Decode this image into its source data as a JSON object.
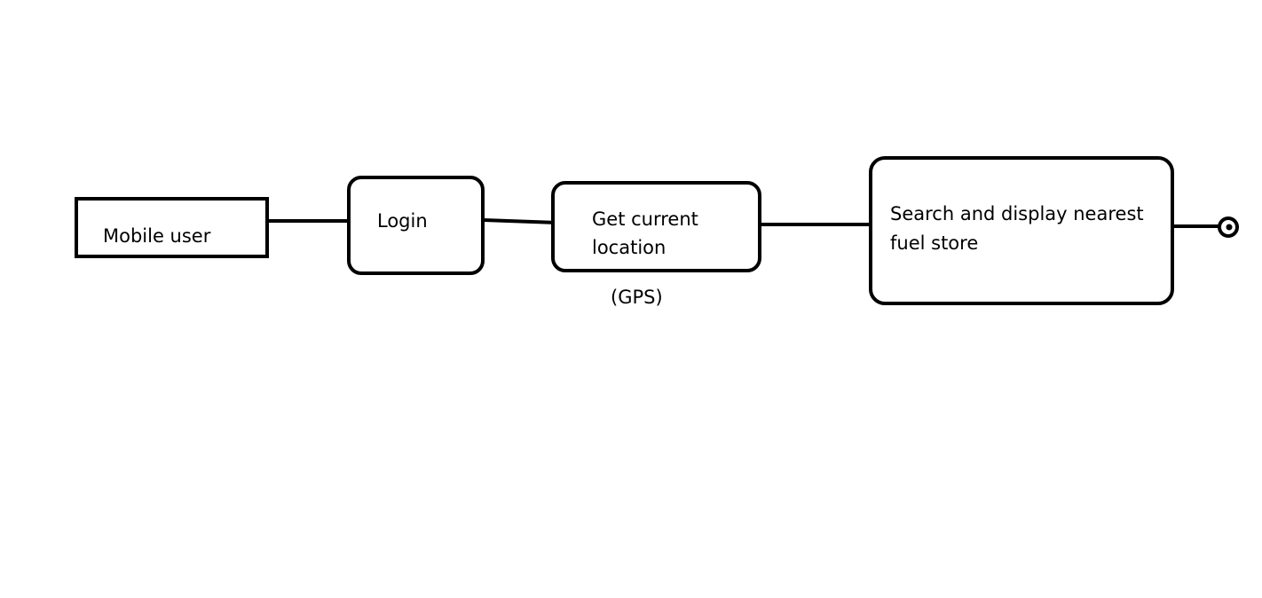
{
  "diagram": {
    "nodes": {
      "mobile_user": {
        "label": "Mobile user"
      },
      "login": {
        "label": "Login"
      },
      "get_location": {
        "label_line1": "Get current",
        "label_line2": "location"
      },
      "search_display": {
        "label_line1": "Search and display nearest",
        "label_line2": "fuel store"
      }
    },
    "annotations": {
      "gps": "(GPS)"
    },
    "colors": {
      "stroke": "#000000",
      "background": "#ffffff"
    },
    "end_marker_icon": "final-state-icon"
  }
}
